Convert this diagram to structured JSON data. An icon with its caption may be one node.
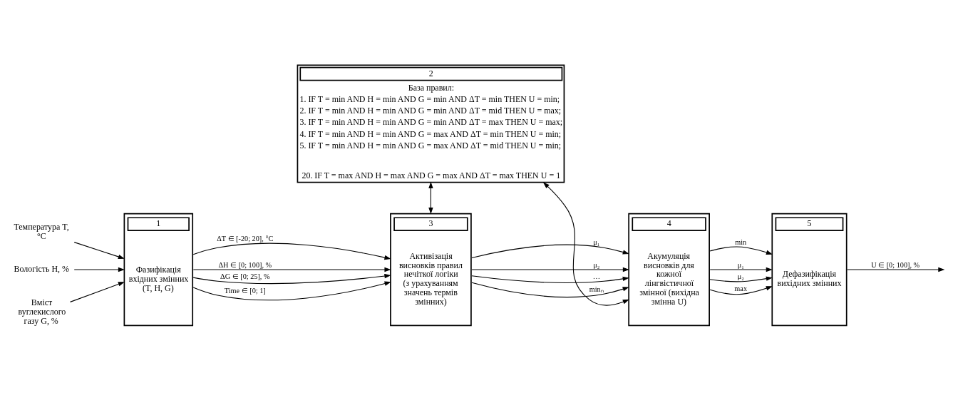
{
  "diagram": {
    "nodes": [
      {
        "text": [
          "Температура T, °C"
        ]
      },
      {
        "text": [
          "Вологість H, %"
        ]
      },
      {
        "text": [
          "Вміст вуглекислого газу G, %"
        ]
      },
      {
        "text": [
          "1",
          "Фазифікація вхідних змінних (T, H, G)"
        ]
      },
      {
        "text": [
          "2",
          "База правил:",
          "1. IF T = min AND H = min AND G = min AND ΔT = min THEN U = min;",
          "2. IF T = min AND H = min AND G = min AND ΔT = mid THEN U = max;",
          "3. IF T = min AND H = min AND G = min AND ΔT = max THEN U = max;",
          "4. IF T = min AND H = min AND G = max AND ΔT = min THEN U = min;",
          "5. IF T = min AND H = min AND G = max AND ΔT = mid THEN U = min;",
          "20. IF T = max AND H = max AND G = max AND ΔT = max THEN U = 1"
        ]
      },
      {
        "text": [
          "3",
          "Активізація висновків правил нечіткої логіки (з урахуванням значень термів змінних)"
        ]
      },
      {
        "text": [
          "4",
          "Акумуляція висновків для кожної лінгвістичної змінної (вихідна змінна U)"
        ]
      },
      {
        "text": [
          "5",
          "Дефазифікація вихідних змінних"
        ]
      }
    ],
    "edges": [
      {
        "from": 0,
        "to": 3,
        "arrow": "to"
      },
      {
        "from": 1,
        "to": 3,
        "arrow": "to"
      },
      {
        "from": 2,
        "to": 3,
        "arrow": "to"
      },
      {
        "from": 3,
        "to": 5,
        "arrow": "to",
        "label": "ΔT ∈ [-20; 20], °C"
      },
      {
        "from": 3,
        "to": 5,
        "arrow": "to",
        "label": "ΔH ∈ [0; 100], %"
      },
      {
        "from": 3,
        "to": 5,
        "arrow": "to",
        "label": "ΔG ∈ [0; 25], %"
      },
      {
        "from": 3,
        "to": 5,
        "arrow": "to",
        "label": "Time ∈ [0; 1]"
      },
      {
        "from": 4,
        "to": 5,
        "arrow": "both"
      },
      {
        "from": 4,
        "to": 6,
        "arrow": "both"
      },
      {
        "from": 5,
        "to": 6,
        "arrow": "to",
        "label": "μ₁"
      },
      {
        "from": 5,
        "to": 6,
        "arrow": "to",
        "label": "μ₂"
      },
      {
        "from": 5,
        "to": 6,
        "arrow": "to",
        "label": "…"
      },
      {
        "from": 5,
        "to": 6,
        "arrow": "to",
        "label": "minₙ"
      },
      {
        "from": 6,
        "to": 7,
        "arrow": "to",
        "label": "min"
      },
      {
        "from": 6,
        "to": 7,
        "arrow": "to",
        "label": "μ₁"
      },
      {
        "from": 6,
        "to": 7,
        "arrow": "to",
        "label": "μ₂"
      },
      {
        "from": 6,
        "to": 7,
        "arrow": "to",
        "label": "max"
      },
      {
        "from": 7,
        "to": null,
        "arrow": "to",
        "label": "U ∈ [0; 100], %"
      }
    ]
  }
}
